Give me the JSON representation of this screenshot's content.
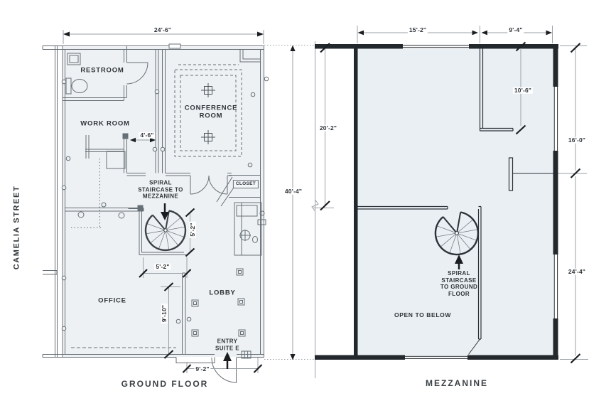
{
  "street": {
    "label": "CAMELIA STREET"
  },
  "ground_floor": {
    "title": "GROUND FLOOR",
    "rooms": {
      "restroom": "RESTROOM",
      "work_room": "WORK ROOM",
      "conference_room": "CONFERENCE\nROOM",
      "closet": "CLOSET",
      "office": "OFFICE",
      "lobby": "LOBBY"
    },
    "annotations": {
      "spiral_staircase": "SPIRAL\nSTAIRCASE TO\nMEZZANINE",
      "entry": "ENTRY\nSUITE E"
    },
    "dimensions": {
      "overall_width": "24'-6\"",
      "work_room_opening": "4'-6\"",
      "stair_width": "5'-2\"",
      "stair_depth": "5'-2\"",
      "office_depth": "9'-10\"",
      "entry_width": "9'-2\"",
      "overall_depth": "40'-4\""
    }
  },
  "mezzanine": {
    "title": "MEZZANINE",
    "annotations": {
      "spiral_staircase": "SPIRAL\nSTAIRCASE\nTO GROUND\nFLOOR",
      "open_to_below": "OPEN TO BELOW"
    },
    "dimensions": {
      "top_left": "15'-2\"",
      "top_right": "9'-4\"",
      "upper_room_depth": "10'-6\"",
      "left_depth": "20'-2\"",
      "right_upper": "16'-0\"",
      "right_lower": "24'-4\""
    }
  },
  "colors": {
    "background": "#ffffff",
    "floor_fill": "#edf1f3",
    "mezzanine_floor_fill": "#e9eff3",
    "ground_line": "#666f76",
    "mezzanine_wall": "#23282d",
    "dimension_line": "#9aa1a7",
    "tick": "#1b1e21",
    "text": "#2e3338"
  }
}
